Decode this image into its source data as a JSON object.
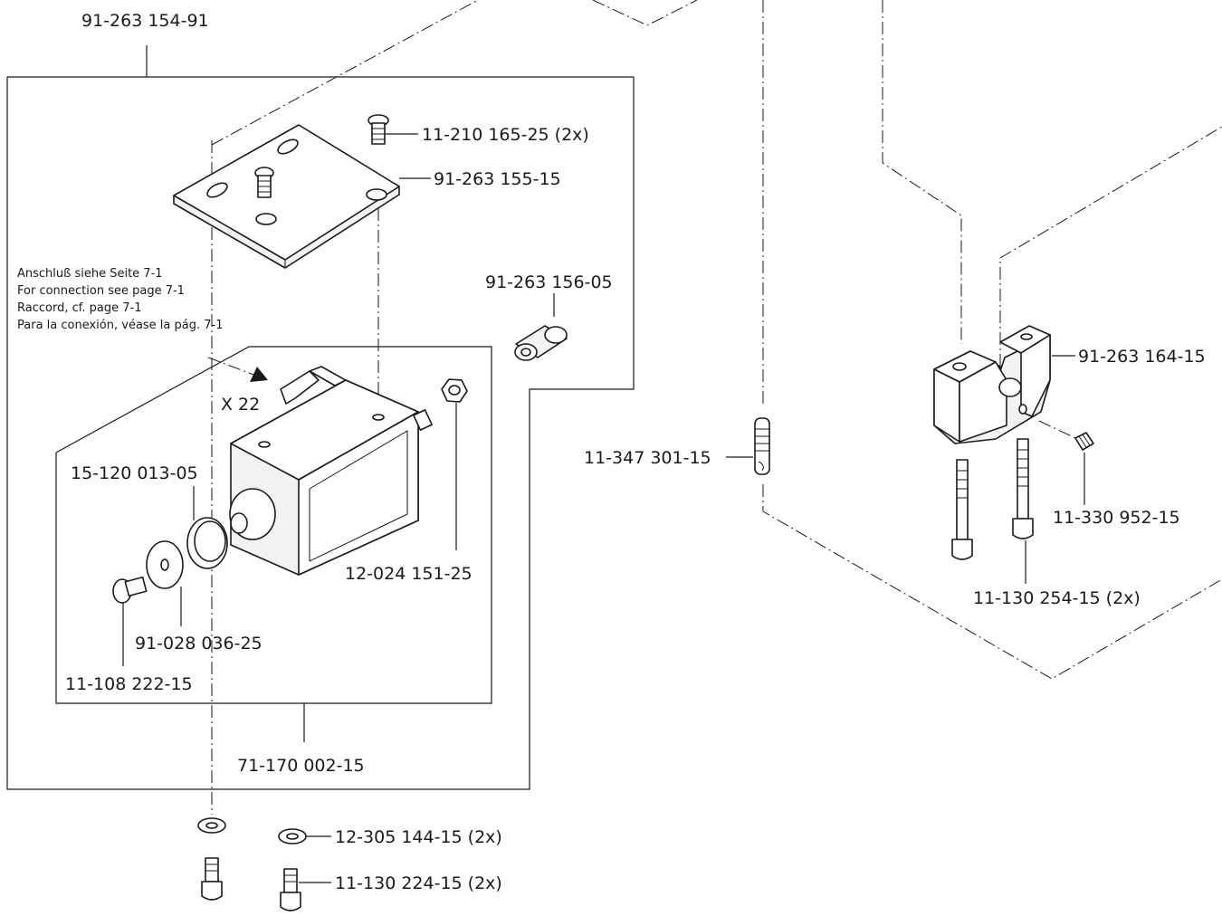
{
  "labels": {
    "assembly_top": "91-263 154-91",
    "screw_top": "11-210 165-25 (2x)",
    "plate": "91-263 155-15",
    "sleeve": "91-263 156-05",
    "connection_x": "X 22",
    "ring": "15-120 013-05",
    "nut": "12-024 151-25",
    "washer_large": "91-028 036-25",
    "screw_small": "11-108 222-15",
    "solenoid_assembly": "71-170 002-15",
    "washer_bottom": "12-305 144-15 (2x)",
    "screw_bottom": "11-130 224-15 (2x)",
    "pin": "11-347 301-15",
    "bracket": "91-263 164-15",
    "set_screw": "11-330 952-15",
    "screw_long": "11-130 254-15 (2x)"
  },
  "note": {
    "de": "Anschluß siehe Seite 7-1",
    "en": "For connection see page 7-1",
    "fr": "Raccord, cf. page 7-1",
    "es": "Para la conexión, véase la pág. 7-1"
  },
  "colors": {
    "line": "#1a1a1a",
    "background": "#ffffff"
  }
}
